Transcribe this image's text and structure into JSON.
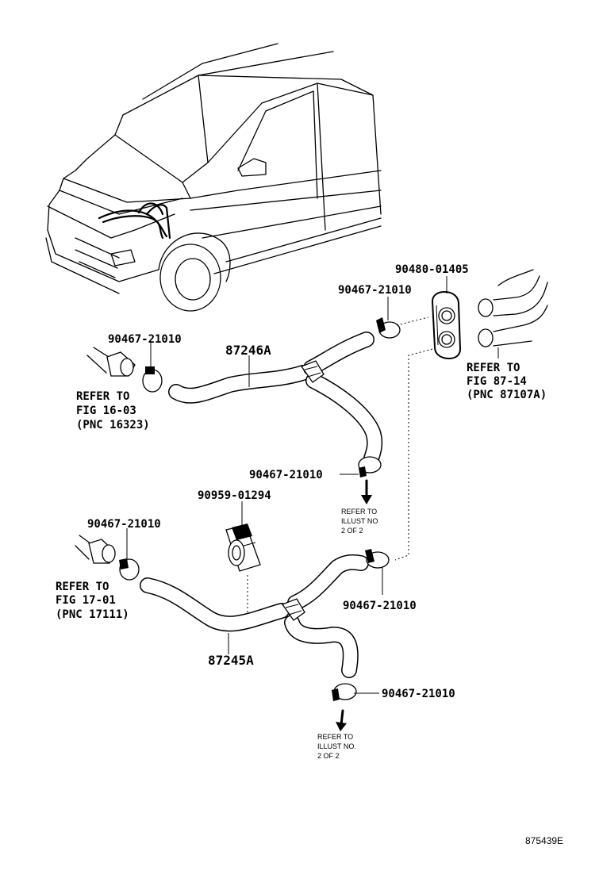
{
  "labels": {
    "part_gasket": "90480-01405",
    "clamp_top_right": "90467-21010",
    "clamp_top_left": "90467-21010",
    "hose_upper": "87246A",
    "clamp_mid": "90467-21010",
    "clip_part": "90959-01294",
    "clamp_lower_left": "90467-21010",
    "clamp_lower_right": "90467-21010",
    "hose_lower": "87245A",
    "clamp_bottom": "90467-21010",
    "figure_id": "875439E"
  },
  "refs": {
    "ref_right": [
      "REFER TO",
      "FIG 87-14",
      "(PNC 87107A)"
    ],
    "ref_left_upper": [
      "REFER TO",
      "FIG 16-03",
      "(PNC 16323)"
    ],
    "ref_left_lower": [
      "REFER TO",
      "FIG 17-01",
      "(PNC 17111)"
    ],
    "illust_mid": [
      "REFER TO",
      "ILLUST NO",
      "2 OF 2"
    ],
    "illust_bottom": [
      "REFER TO",
      "ILLUST NO.",
      "2 OF 2"
    ]
  }
}
